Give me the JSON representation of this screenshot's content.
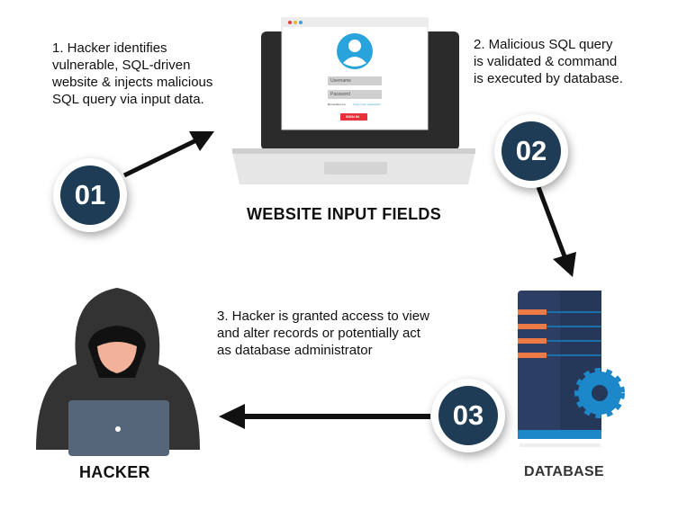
{
  "steps": [
    {
      "number": "01",
      "text": [
        "1. Hacker identifies",
        "vulnerable, SQL-driven",
        "website & injects malicious",
        "SQL query via input data."
      ]
    },
    {
      "number": "02",
      "text": [
        "2. Malicious SQL query",
        "is validated & command",
        "is executed by database."
      ]
    },
    {
      "number": "03",
      "text": [
        "3. Hacker is granted access to view",
        "and alter records or potentially act",
        "as database administrator"
      ]
    }
  ],
  "labels": {
    "website": "WEBSITE INPUT FIELDS",
    "hacker": "HACKER",
    "database": "DATABASE"
  },
  "login_form": {
    "username": "Username",
    "password": "Password",
    "remember": "Remember me",
    "forgot": "Forgot your password?",
    "sign_in": "SIGN IN"
  },
  "colors": {
    "circle": "#1e3c55",
    "accent": "#e8303a",
    "avatar": "#29a3dc",
    "server": "#2c3e63",
    "stripe": "#f07a45",
    "gear": "#1c87c9"
  }
}
